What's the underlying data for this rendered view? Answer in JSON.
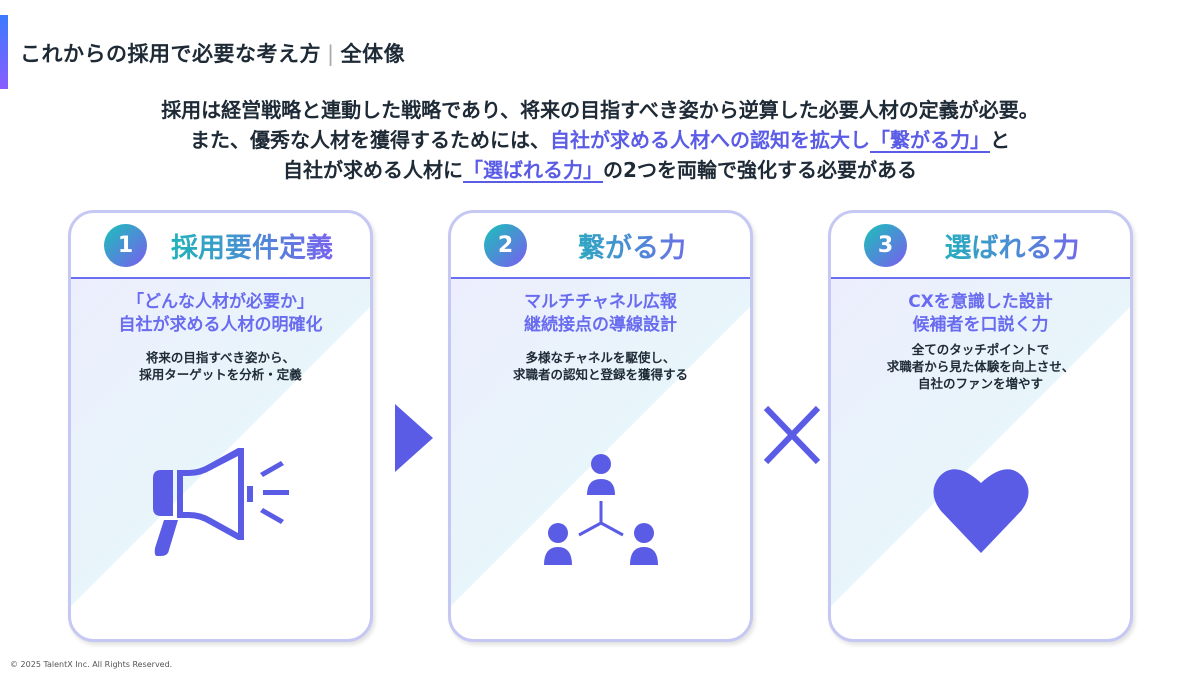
{
  "header": {
    "title": "これからの採用で必要な考え方",
    "separator": "|",
    "title_suffix": "全体像"
  },
  "lead": {
    "line1": "採用は経営戦略と連動した戦略であり、将来の目指すべき姿から逆算した必要人材の定義が必要。",
    "line2_a": "また、優秀な人材を獲得するためには、",
    "line2_hl": "自社が求める人材への認知を拡大し",
    "line2_ul": "「繋がる力」",
    "line2_b": "と",
    "line3_a": "自社が求める人材に",
    "line3_ul": "「選ばれる力」",
    "line3_b": "の2つを両輪で強化する必要がある"
  },
  "cards": [
    {
      "num": "1",
      "title": "採用要件定義",
      "sub1": "「どんな人材が必要か」",
      "sub2": "自社が求める人材の明確化",
      "body1": "将来の目指すべき姿から、",
      "body2": "採用ターゲットを分析・定義",
      "icon": "megaphone-icon"
    },
    {
      "num": "2",
      "title": "繋がる力",
      "sub1": "マルチチャネル広報",
      "sub2": "継続接点の導線設計",
      "body1": "多様なチャネルを駆使し、",
      "body2": "求職者の認知と登録を獲得する",
      "icon": "network-people-icon"
    },
    {
      "num": "3",
      "title": "選ばれる力",
      "sub1": "CXを意識した設計",
      "sub2": "候補者を口説く力",
      "body1": "全てのタッチポイントで",
      "body2": "求職者から見た体験を向上させ、",
      "body3": "自社のファンを増やす",
      "icon": "heart-icon"
    }
  ],
  "colors": {
    "accent": "#5b5ce6",
    "border": "#c6c8f4"
  },
  "footer": "© 2025 TalentX Inc. All Rights Reserved."
}
